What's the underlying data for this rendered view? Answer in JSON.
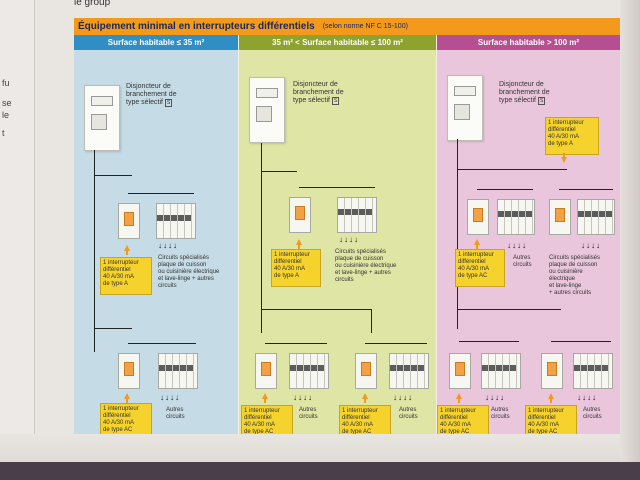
{
  "top_crop_text": "le group",
  "left_margin_fragments": [
    "fu",
    "se",
    "le",
    "t"
  ],
  "title": {
    "main": "Équipement minimal en interrupteurs différentiels",
    "norm": "(selon norme NF C 15-100)"
  },
  "columns": [
    {
      "header": "Surface habitable ≤ 35 m²"
    },
    {
      "header": "35 m² < Surface habitable ≤ 100 m²"
    },
    {
      "header": "Surface habitable > 100 m²"
    }
  ],
  "meter_label": {
    "line1": "Disjoncteur de",
    "line2": "branchement de",
    "line3": "type sélectif",
    "badge": "S"
  },
  "diff_A": {
    "line1": "1 interrupteur",
    "line2": "différentiel",
    "line3": "40 A/30 mA",
    "line4": "de type A"
  },
  "diff_AC": {
    "line1": "1 interrupteur",
    "line2": "différentiel",
    "line3": "40 A/30 mA",
    "line4": "de type AC"
  },
  "specialized": {
    "line1": "Circuits spécialisés",
    "line2": "plaque de cuisson",
    "line3": "ou cuisinière électrique",
    "line4": "et lave-linge + autres",
    "line5": "circuits"
  },
  "specialized_c3": {
    "line1": "Circuits spécialisés",
    "line2": "plaque de cuisson",
    "line3": "ou cuisinière",
    "line4": "électrique",
    "line5": "et lave-linge",
    "line6": "+ autres circuits"
  },
  "others": {
    "line1": "Autres",
    "line2": "circuits"
  },
  "down_arrows": "↓↓↓↓"
}
